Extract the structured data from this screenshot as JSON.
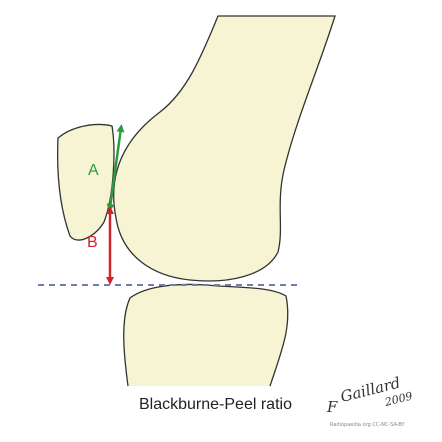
{
  "caption": "Blackburne-Peel ratio",
  "labels": {
    "a": "A",
    "b": "B"
  },
  "signature": {
    "initial": "F",
    "name": "Gaillard",
    "year": "2009"
  },
  "credit": "Radiopaedia.org CC-NC-SA-BY",
  "colors": {
    "bone_fill": "#f7f4d3",
    "bone_outline": "#333333",
    "measure_a": "#2e9a3e",
    "measure_b": "#d0242a",
    "tibial_plateau_line": "#6f7fa8"
  }
}
